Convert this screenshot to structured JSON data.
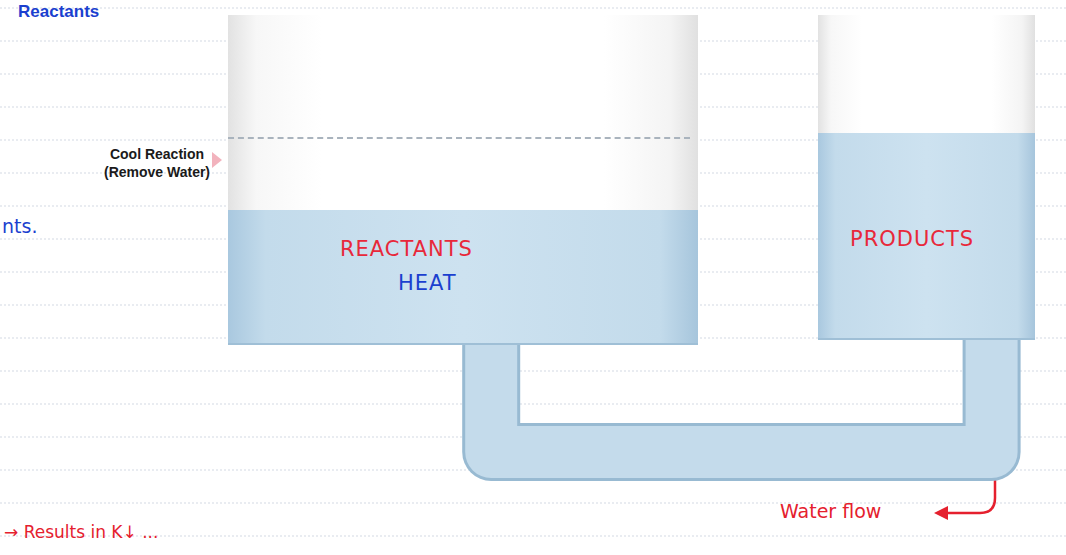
{
  "diagram": {
    "nodes": [
      {
        "text": [
          "REACTANTS",
          "HEAT"
        ]
      },
      {
        "text": [
          "PRODUCTS"
        ]
      }
    ],
    "edges": [
      {
        "from": 0,
        "to": 1,
        "arrow": "none"
      }
    ],
    "labels": [
      "Reactants",
      "Cool Reaction (Remove Water)",
      "nts.",
      "→ Results in K↓ ...",
      "Water flow"
    ]
  }
}
